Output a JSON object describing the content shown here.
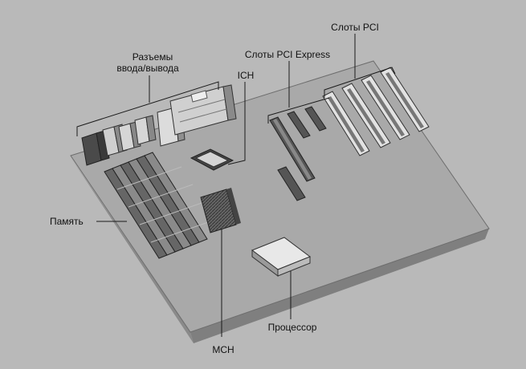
{
  "labels": {
    "io": [
      "Разъемы",
      "ввода/вывода"
    ],
    "ich": "ICH",
    "pcie": "Слоты PCI Express",
    "pci": "Слоты PCI",
    "memory": "Память",
    "cpu": "Процессор",
    "mch": "MCH"
  },
  "colors": {
    "background": "#b9b9b9",
    "board": "#a8a8a8",
    "board_edge": "#7a7a7a",
    "component_dark": "#555555",
    "component_light": "#d8d8d8",
    "line": "#1a1a1a"
  }
}
